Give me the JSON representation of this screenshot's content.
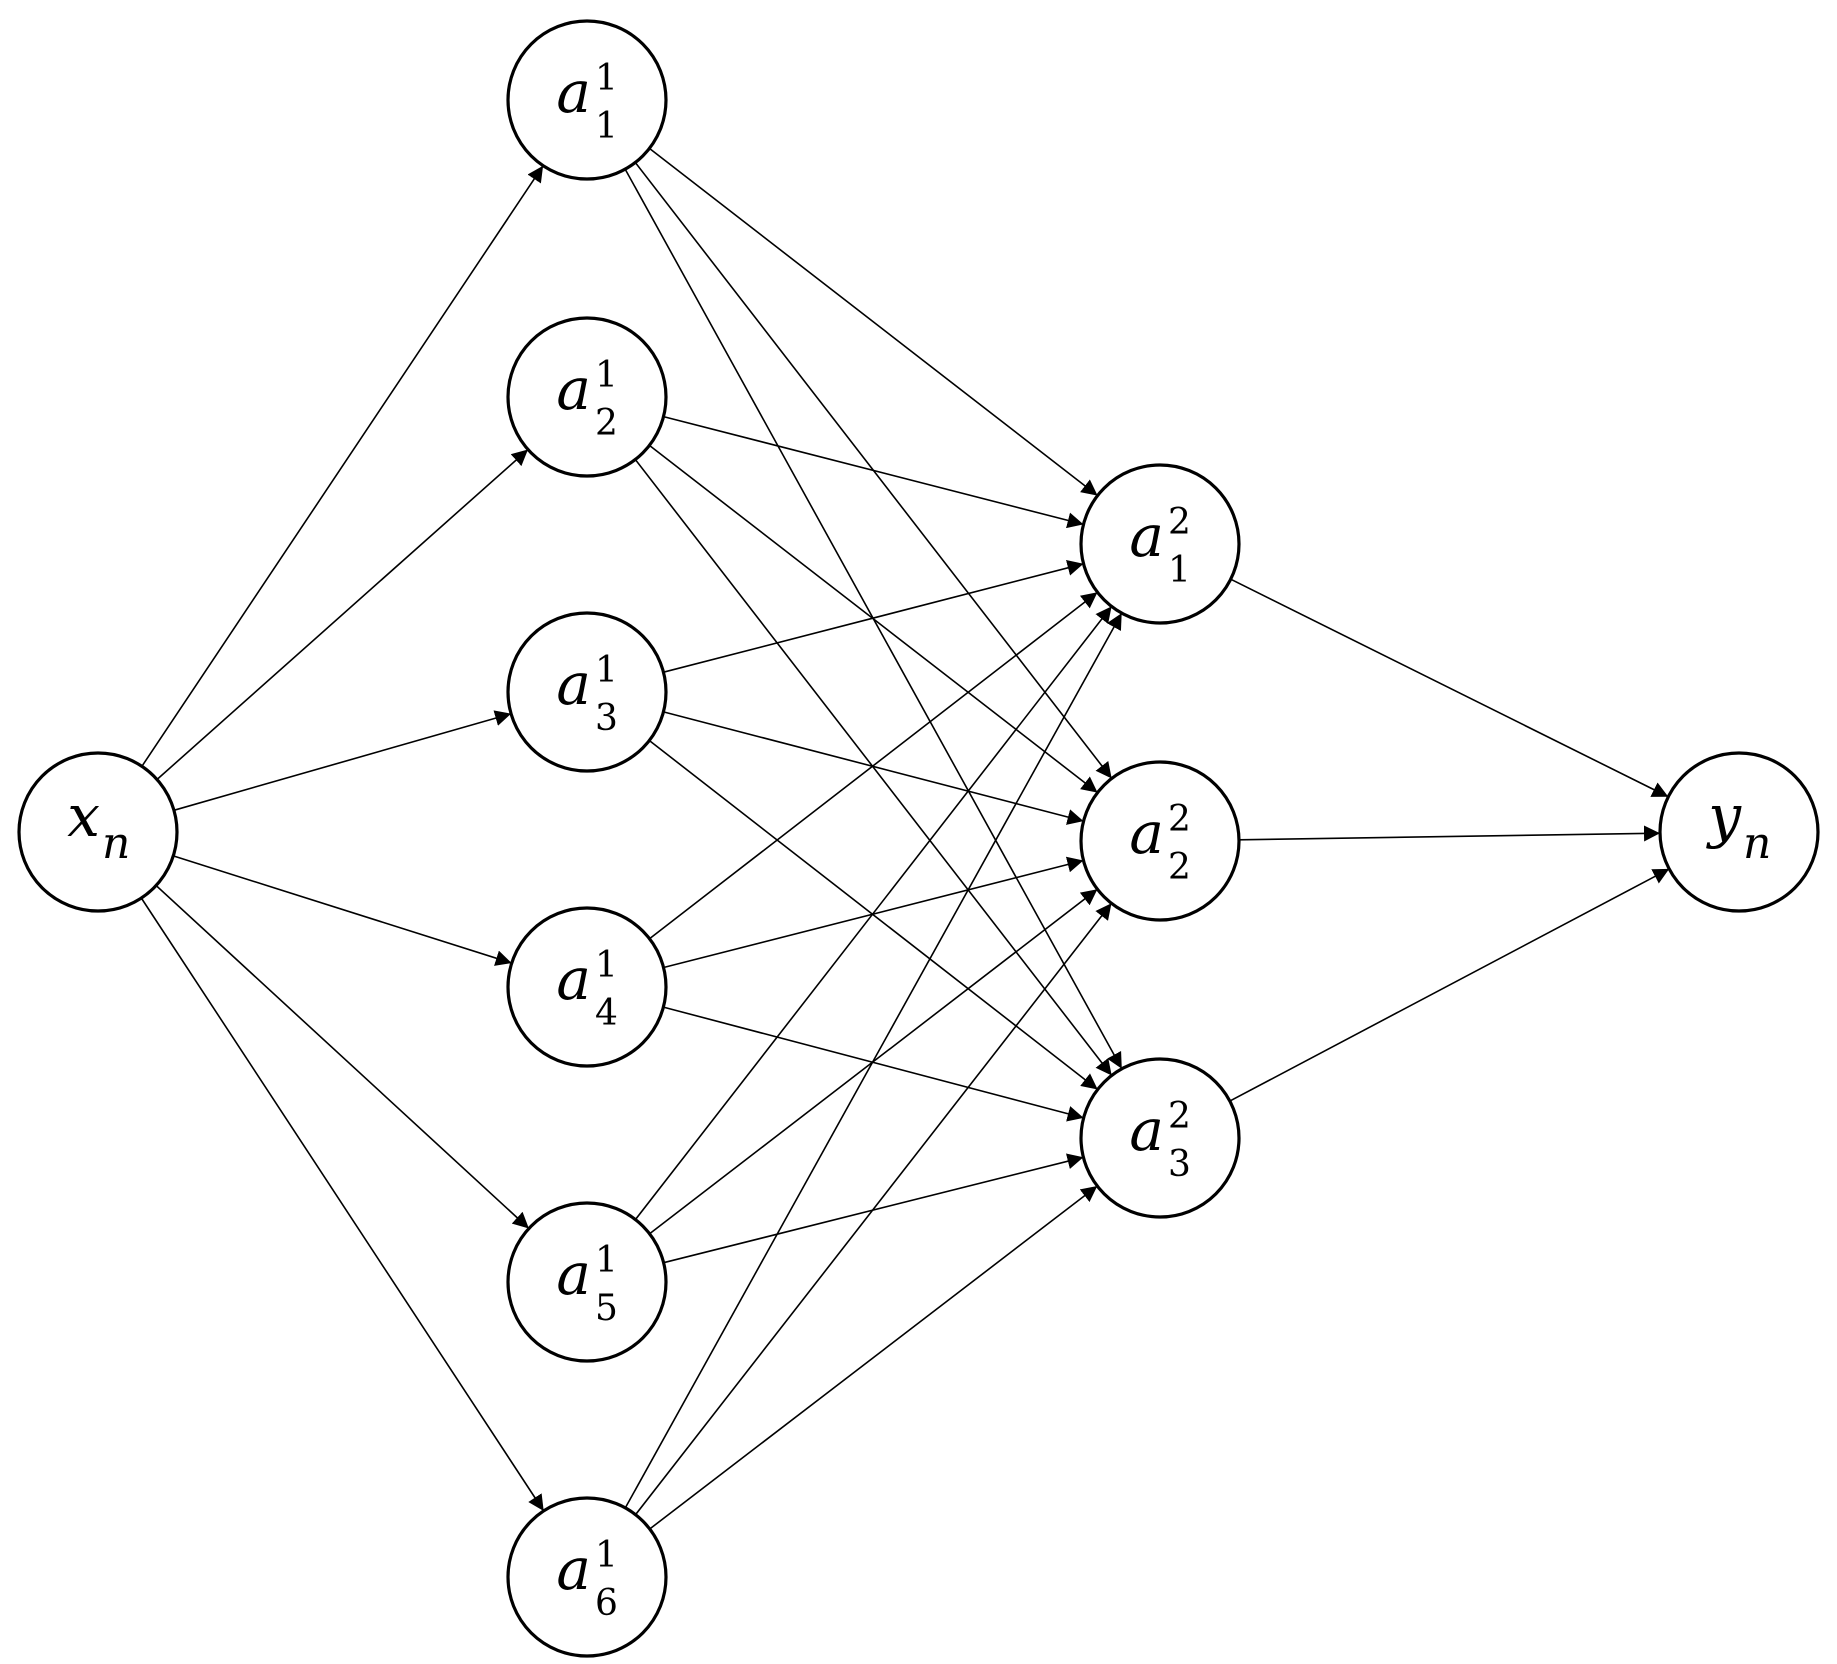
{
  "colors": {
    "stroke": "#000000",
    "fill": "#ffffff",
    "background": "#ffffff"
  },
  "nodes": [
    {
      "id": "x_n",
      "base": "x",
      "sub": "n",
      "sup": "",
      "sub_italic": true
    },
    {
      "id": "a1_1",
      "base": "a",
      "sub": "1",
      "sup": "1",
      "sub_italic": false
    },
    {
      "id": "a1_2",
      "base": "a",
      "sub": "2",
      "sup": "1",
      "sub_italic": false
    },
    {
      "id": "a1_3",
      "base": "a",
      "sub": "3",
      "sup": "1",
      "sub_italic": false
    },
    {
      "id": "a1_4",
      "base": "a",
      "sub": "4",
      "sup": "1",
      "sub_italic": false
    },
    {
      "id": "a1_5",
      "base": "a",
      "sub": "5",
      "sup": "1",
      "sub_italic": false
    },
    {
      "id": "a1_6",
      "base": "a",
      "sub": "6",
      "sup": "1",
      "sub_italic": false
    },
    {
      "id": "a2_1",
      "base": "a",
      "sub": "1",
      "sup": "2",
      "sub_italic": false
    },
    {
      "id": "a2_2",
      "base": "a",
      "sub": "2",
      "sup": "2",
      "sub_italic": false
    },
    {
      "id": "a2_3",
      "base": "a",
      "sub": "3",
      "sup": "2",
      "sub_italic": false
    },
    {
      "id": "y_n",
      "base": "y",
      "sub": "n",
      "sup": "",
      "sub_italic": true
    }
  ],
  "edges": [
    [
      "x_n",
      "a1_1"
    ],
    [
      "x_n",
      "a1_2"
    ],
    [
      "x_n",
      "a1_3"
    ],
    [
      "x_n",
      "a1_4"
    ],
    [
      "x_n",
      "a1_5"
    ],
    [
      "x_n",
      "a1_6"
    ],
    [
      "a1_1",
      "a2_1"
    ],
    [
      "a1_1",
      "a2_2"
    ],
    [
      "a1_1",
      "a2_3"
    ],
    [
      "a1_2",
      "a2_1"
    ],
    [
      "a1_2",
      "a2_2"
    ],
    [
      "a1_2",
      "a2_3"
    ],
    [
      "a1_3",
      "a2_1"
    ],
    [
      "a1_3",
      "a2_2"
    ],
    [
      "a1_3",
      "a2_3"
    ],
    [
      "a1_4",
      "a2_1"
    ],
    [
      "a1_4",
      "a2_2"
    ],
    [
      "a1_4",
      "a2_3"
    ],
    [
      "a1_5",
      "a2_1"
    ],
    [
      "a1_5",
      "a2_2"
    ],
    [
      "a1_5",
      "a2_3"
    ],
    [
      "a1_6",
      "a2_1"
    ],
    [
      "a1_6",
      "a2_2"
    ],
    [
      "a1_6",
      "a2_3"
    ],
    [
      "a2_1",
      "y_n"
    ],
    [
      "a2_2",
      "y_n"
    ],
    [
      "a2_3",
      "y_n"
    ]
  ]
}
